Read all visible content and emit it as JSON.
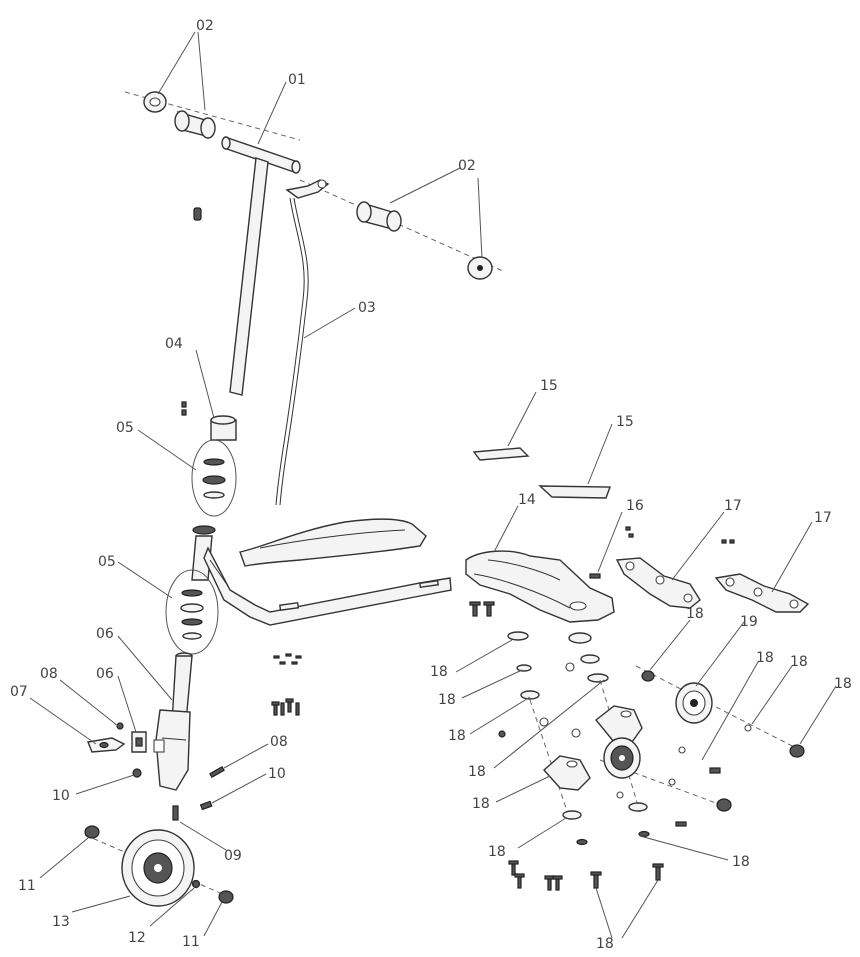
{
  "callouts": [
    "01",
    "02",
    "03",
    "04",
    "05",
    "06",
    "07",
    "08",
    "09",
    "10",
    "11",
    "12",
    "13",
    "14",
    "15",
    "16",
    "17",
    "18",
    "19"
  ]
}
